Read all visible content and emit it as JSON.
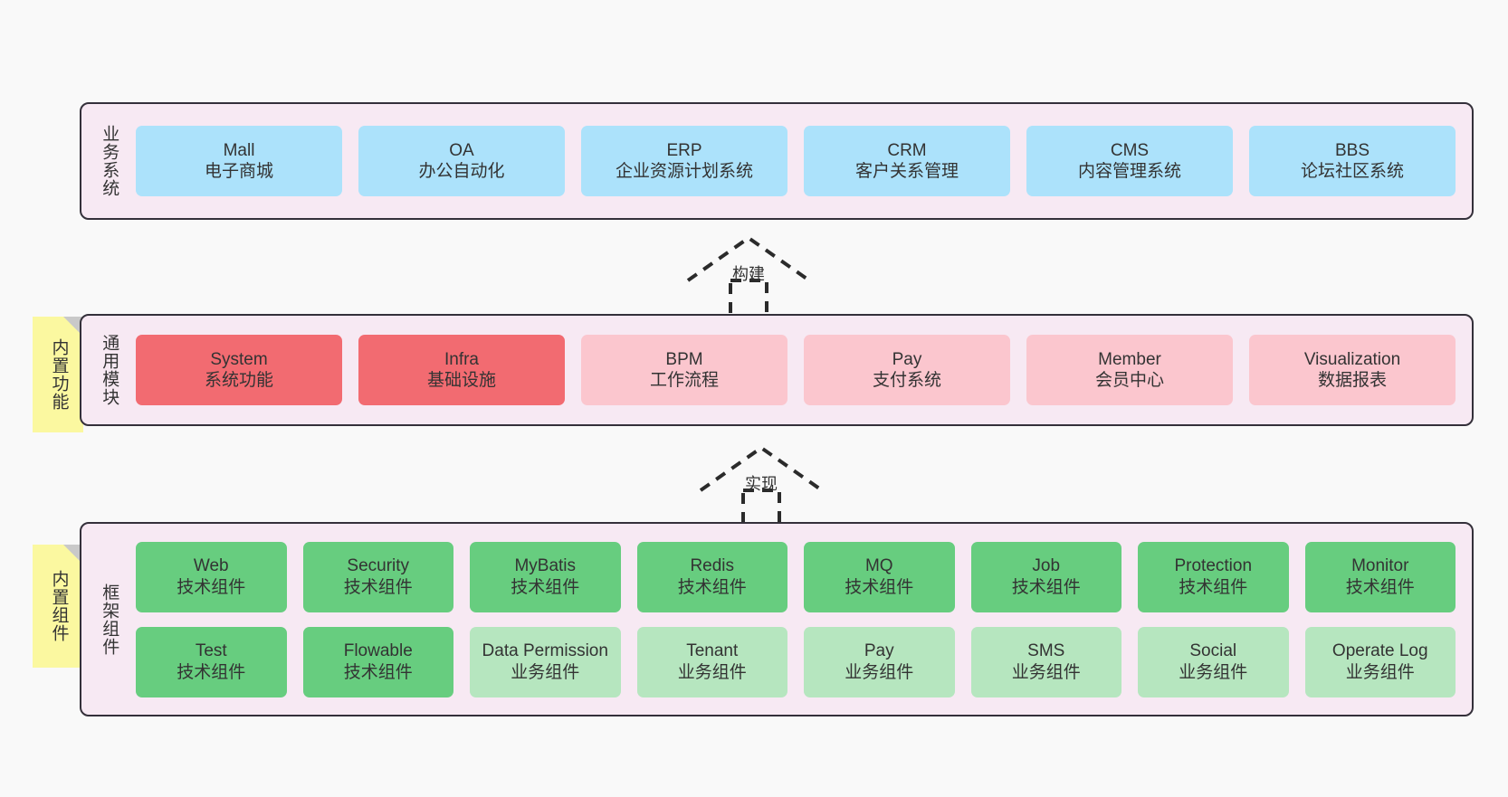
{
  "diagram": {
    "title_hidden": "",
    "colors": {
      "panel_bg": "#f7e9f3",
      "panel_border": "#34303a",
      "blue": "#ace2fb",
      "red": "#f26b71",
      "pink": "#fbc6ce",
      "green": "#67cd7f",
      "green_light": "#b6e6bf",
      "note_yellow": "#fbf8a0",
      "note_fold": "#c9c9c9",
      "canvas_bg": "#f9f9f9",
      "text": "#333333"
    },
    "layers": [
      {
        "key": "business",
        "label": "业务系统",
        "note": null,
        "rows": [
          {
            "cells": [
              {
                "name": "mall",
                "title": "Mall",
                "subtitle": "电子商城",
                "color": "blue"
              },
              {
                "name": "oa",
                "title": "OA",
                "subtitle": "办公自动化",
                "color": "blue"
              },
              {
                "name": "erp",
                "title": "ERP",
                "subtitle": "企业资源计划系统",
                "color": "blue"
              },
              {
                "name": "crm",
                "title": "CRM",
                "subtitle": "客户关系管理",
                "color": "blue"
              },
              {
                "name": "cms",
                "title": "CMS",
                "subtitle": "内容管理系统",
                "color": "blue"
              },
              {
                "name": "bbs",
                "title": "BBS",
                "subtitle": "论坛社区系统",
                "color": "blue"
              }
            ]
          }
        ]
      },
      {
        "key": "common",
        "label": "通用模块",
        "note": "内置功能",
        "rows": [
          {
            "cells": [
              {
                "name": "system",
                "title": "System",
                "subtitle": "系统功能",
                "color": "red"
              },
              {
                "name": "infra",
                "title": "Infra",
                "subtitle": "基础设施",
                "color": "red"
              },
              {
                "name": "bpm",
                "title": "BPM",
                "subtitle": "工作流程",
                "color": "pink"
              },
              {
                "name": "pay",
                "title": "Pay",
                "subtitle": "支付系统",
                "color": "pink"
              },
              {
                "name": "member",
                "title": "Member",
                "subtitle": "会员中心",
                "color": "pink"
              },
              {
                "name": "visualization",
                "title": "Visualization",
                "subtitle": "数据报表",
                "color": "pink"
              }
            ]
          }
        ]
      },
      {
        "key": "framework",
        "label": "框架组件",
        "note": "内置组件",
        "rows": [
          {
            "cells": [
              {
                "name": "web",
                "title": "Web",
                "subtitle": "技术组件",
                "color": "green"
              },
              {
                "name": "security",
                "title": "Security",
                "subtitle": "技术组件",
                "color": "green"
              },
              {
                "name": "mybatis",
                "title": "MyBatis",
                "subtitle": "技术组件",
                "color": "green"
              },
              {
                "name": "redis",
                "title": "Redis",
                "subtitle": "技术组件",
                "color": "green"
              },
              {
                "name": "mq",
                "title": "MQ",
                "subtitle": "技术组件",
                "color": "green"
              },
              {
                "name": "job",
                "title": "Job",
                "subtitle": "技术组件",
                "color": "green"
              },
              {
                "name": "protection",
                "title": "Protection",
                "subtitle": "技术组件",
                "color": "green"
              },
              {
                "name": "monitor",
                "title": "Monitor",
                "subtitle": "技术组件",
                "color": "green"
              }
            ]
          },
          {
            "cells": [
              {
                "name": "test",
                "title": "Test",
                "subtitle": "技术组件",
                "color": "green"
              },
              {
                "name": "flowable",
                "title": "Flowable",
                "subtitle": "技术组件",
                "color": "green"
              },
              {
                "name": "data-permission",
                "title": "Data Permission",
                "subtitle": "业务组件",
                "color": "green-light",
                "wrap": true
              },
              {
                "name": "tenant",
                "title": "Tenant",
                "subtitle": "业务组件",
                "color": "green-light"
              },
              {
                "name": "pay-component",
                "title": "Pay",
                "subtitle": "业务组件",
                "color": "green-light"
              },
              {
                "name": "sms",
                "title": "SMS",
                "subtitle": "业务组件",
                "color": "green-light"
              },
              {
                "name": "social",
                "title": "Social",
                "subtitle": "业务组件",
                "color": "green-light"
              },
              {
                "name": "operate-log",
                "title": "Operate Log",
                "subtitle": "业务组件",
                "color": "green-light"
              }
            ]
          }
        ]
      }
    ],
    "connectors": [
      {
        "key": "build",
        "label": "构建",
        "from": "common",
        "to": "business"
      },
      {
        "key": "implement",
        "label": "实现",
        "from": "framework",
        "to": "common"
      }
    ]
  }
}
